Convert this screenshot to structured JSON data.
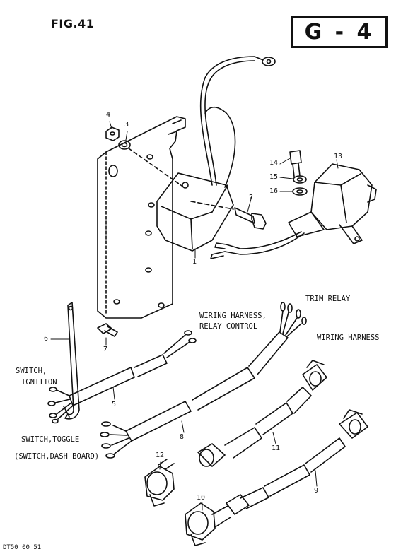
{
  "figure": {
    "label": "FIG.41",
    "page_code": "G - 4",
    "footer_code": "DT50 00 51"
  },
  "callouts": [
    "1",
    "2",
    "3",
    "4",
    "5",
    "6",
    "7",
    "8",
    "9",
    "10",
    "11",
    "12",
    "13",
    "14",
    "15",
    "16"
  ],
  "labels": {
    "trim_relay": "TRIM RELAY",
    "wiring_harness_relay_1": "WIRING HARNESS,",
    "wiring_harness_relay_2": "RELAY CONTROL",
    "wiring_harness": "WIRING HARNESS",
    "switch_ignition_1": "SWITCH,",
    "switch_ignition_2": "IGNITION",
    "switch_toggle_1": "SWITCH,TOGGLE",
    "switch_toggle_2": "(SWITCH,DASH BOARD)"
  }
}
